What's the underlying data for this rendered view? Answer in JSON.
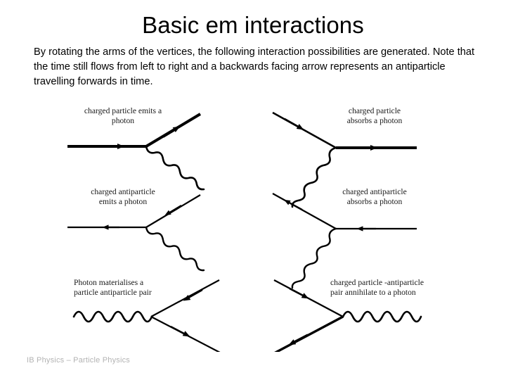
{
  "slide": {
    "title": "Basic em interactions",
    "body": "By rotating the arms of the vertices, the following interaction possibilities are generated. Note that the time still flows from left to right and a backwards facing arrow represents an antiparticle travelling forwards in time.",
    "footer": "IB Physics – Particle Physics",
    "background_color": "#ffffff",
    "text_color": "#000000",
    "footer_color": "#b3b3b3"
  },
  "diagrams": [
    {
      "id": "charged-particle-emits-photon",
      "label_line1": "charged particle emits a",
      "label_line2": "photon",
      "label_align": "middle",
      "incoming": "particle travelling right",
      "outgoing": "particle travelling up-right",
      "photon": "emitted down-right",
      "stroke_weight": "thick"
    },
    {
      "id": "charged-particle-absorbs-photon",
      "label_line1": "charged particle",
      "label_line2": "absorbs a photon",
      "label_align": "middle",
      "incoming": "particle travelling down-right",
      "outgoing": "particle travelling right",
      "photon": "absorbed from lower-left",
      "stroke_weight": "thick"
    },
    {
      "id": "charged-antiparticle-emits-photon",
      "label_line1": "charged antiparticle",
      "label_line2": "emits a photon",
      "label_align": "middle",
      "incoming": "antiparticle arrow pointing down-left",
      "outgoing": "antiparticle arrow pointing left",
      "photon": "emitted down-right",
      "stroke_weight": "thin"
    },
    {
      "id": "charged-antiparticle-absorbs-photon",
      "label_line1": "charged antiparticle",
      "label_line2": "absorbs a photon",
      "label_align": "middle",
      "incoming": "antiparticle arrow pointing up-left",
      "outgoing": "antiparticle arrow pointing left",
      "photon": "absorbed from lower-left",
      "stroke_weight": "thin"
    },
    {
      "id": "photon-materialises-pair",
      "label_line1": "Photon materialises a",
      "label_line2": "particle antiparticle pair",
      "label_align": "start",
      "incoming": "photon travelling right",
      "outgoing": "particle down-right and antiparticle arrow down-left",
      "photon": "incoming horizontal wave from left",
      "stroke_weight": "thin"
    },
    {
      "id": "pair-annihilate-to-photon",
      "label_line1": "charged particle -antiparticle",
      "label_line2": "pair annihilate to a photon",
      "label_align": "start",
      "incoming": "particle down-right and antiparticle up-left",
      "outgoing": "photon travelling right",
      "photon": "outgoing horizontal wave to right",
      "stroke_weight": "thick"
    }
  ]
}
